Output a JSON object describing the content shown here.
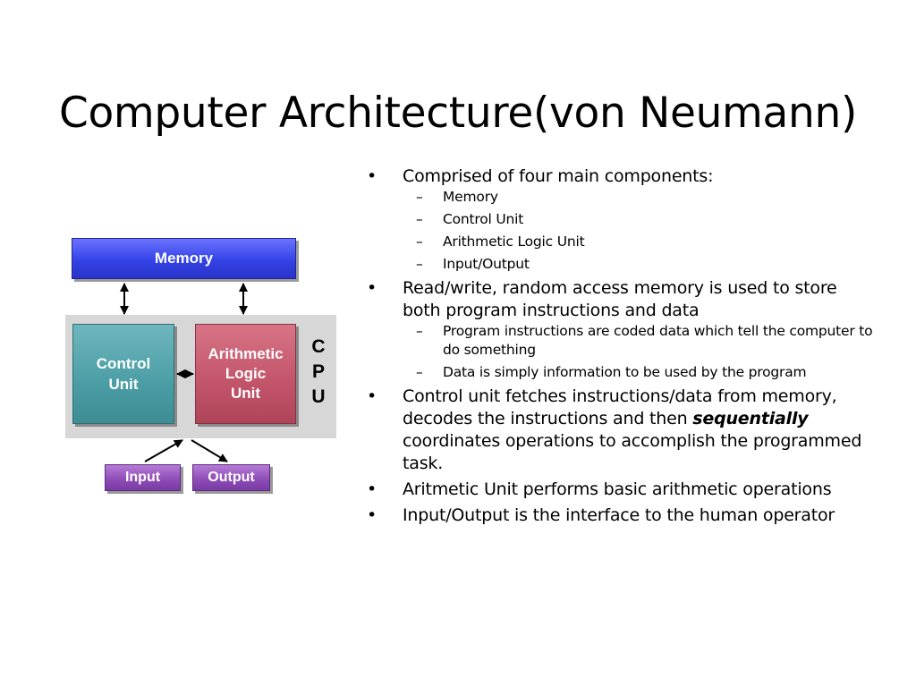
{
  "title": "Computer Architecture(von Neumann)",
  "diagram": {
    "memory": "Memory",
    "control_unit": [
      "Control",
      "Unit"
    ],
    "alu": [
      "Arithmetic",
      "Logic",
      "Unit"
    ],
    "cpu_letters": [
      "C",
      "P",
      "U"
    ],
    "input": "Input",
    "output": "Output",
    "colors": {
      "memory": "#3442e6",
      "control_unit": "#4b9da5",
      "alu": "#c2546a",
      "io": "#8c4bb5",
      "cpu_background": "#d7d7d7"
    }
  },
  "bullets": [
    {
      "text": "Comprised of four main components:",
      "sub": [
        "Memory",
        "Control Unit",
        "Arithmetic Logic Unit",
        "Input/Output"
      ]
    },
    {
      "text": "Read/write, random access memory is used to store both program instructions and data",
      "sub": [
        "Program instructions are coded data which tell the computer to do something",
        "Data is simply information to be used by the program"
      ]
    },
    {
      "text_before": "Control unit fetches instructions/data from memory, decodes the instructions and then ",
      "emphasis": "sequentially",
      "text_after": " coordinates operations to accomplish the programmed task."
    },
    {
      "text": "Aritmetic Unit performs basic arithmetic operations"
    },
    {
      "text": "Input/Output is the interface to the human operator"
    }
  ]
}
